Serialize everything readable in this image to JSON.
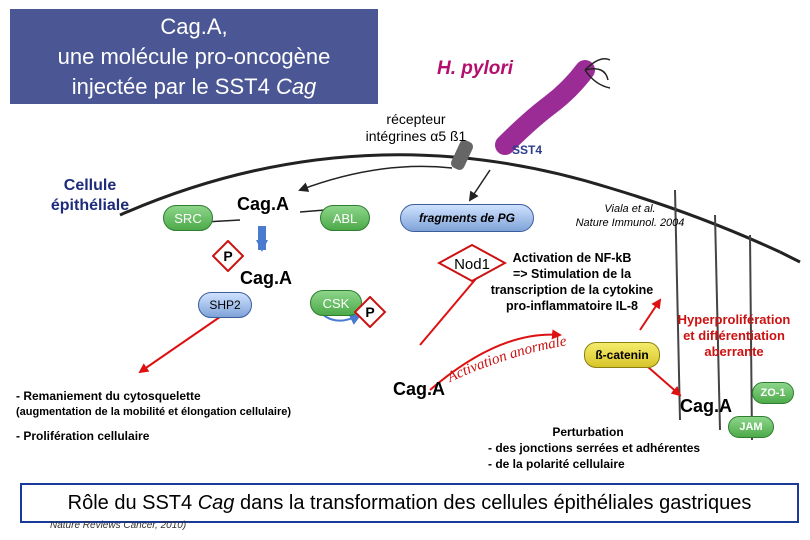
{
  "title": {
    "line1": "Cag.A,",
    "line2": "une molécule pro-oncogène",
    "line3": "injectée par le SST4",
    "line3_italic": "Cag"
  },
  "bacterium_label": "H. pylori",
  "receptor": {
    "line1": "récepteur",
    "line2": "intégrines α5 ß1"
  },
  "sst4": "SST4",
  "cell": {
    "line1": "Cellule",
    "line2": "épithéliale"
  },
  "nodes": {
    "caga_top": "Cag.A",
    "src": "SRC",
    "abl": "ABL",
    "fragments": "fragments de PG",
    "p_left": "P",
    "caga_mid": "Cag.A",
    "shp2": "SHP2",
    "csk": "CSK",
    "p_right": "P",
    "nod1": "Nod1",
    "caga_bottom": "Cag.A",
    "beta_catenin": "ß-catenin",
    "caga_right": "Cag.A",
    "zo1": "ZO-1",
    "jam": "JAM"
  },
  "citation": {
    "line1": "Viala et al.",
    "line2": "Nature Immunol. 2004"
  },
  "nfkb": {
    "line1": "Activation de NF-kB",
    "line2": "=> Stimulation de la",
    "line3": "transcription de la cytokine",
    "line4": "pro-inflammatoire IL-8"
  },
  "hyper": {
    "line1": "Hyperprolifération",
    "line2": "et différentiation",
    "line3": "aberrante"
  },
  "activation_curved": "Activation anormale",
  "cyto": {
    "line1": "- Remaniement du cytosquelette",
    "line2": "(augmentation de la mobilité et élongation cellulaire)",
    "line3": "- Prolifération cellulaire"
  },
  "perturbation": {
    "line1": "Perturbation",
    "line2": "- des jonctions serrées et adhérentes",
    "line3": "- de la polarité cellulaire"
  },
  "footer": {
    "pre": "Rôle du SST4",
    "italic": "Cag",
    "post": "dans la transformation des cellules épithéliales gastriques"
  },
  "ref_partial": "Nature Reviews Cancer, 2010)",
  "colors": {
    "title_bg": "#4b5694",
    "bacterium": "#b50f6d",
    "arrow_red": "#dd1111",
    "arrow_blue": "#4a7bd0",
    "footer_border": "#1a3a9a"
  }
}
